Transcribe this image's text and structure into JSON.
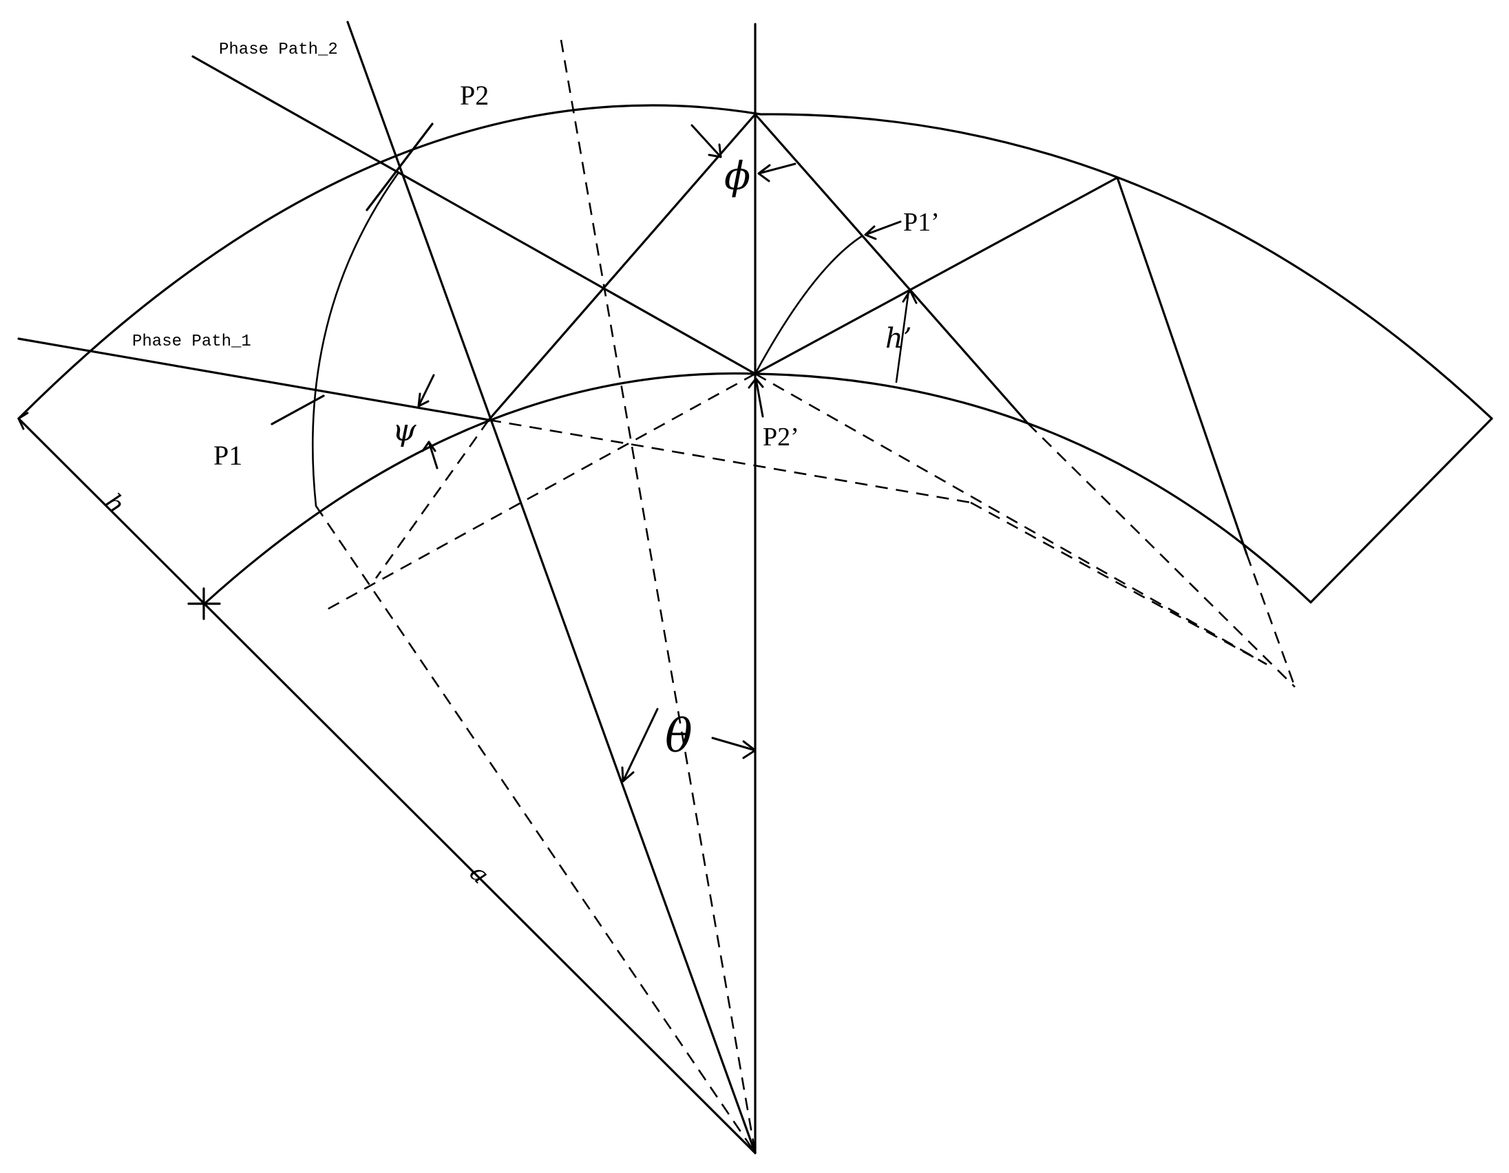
{
  "labels": {
    "phase_path_2": "Phase Path_2",
    "phase_path_1": "Phase Path_1",
    "p2": "P2",
    "p1": "P1",
    "p1_prime": "P1’",
    "p2_prime": "P2’",
    "phi": "ϕ",
    "psi": "ψ",
    "theta": "θ",
    "h": "h",
    "h_prime": "h’",
    "a": "a"
  }
}
